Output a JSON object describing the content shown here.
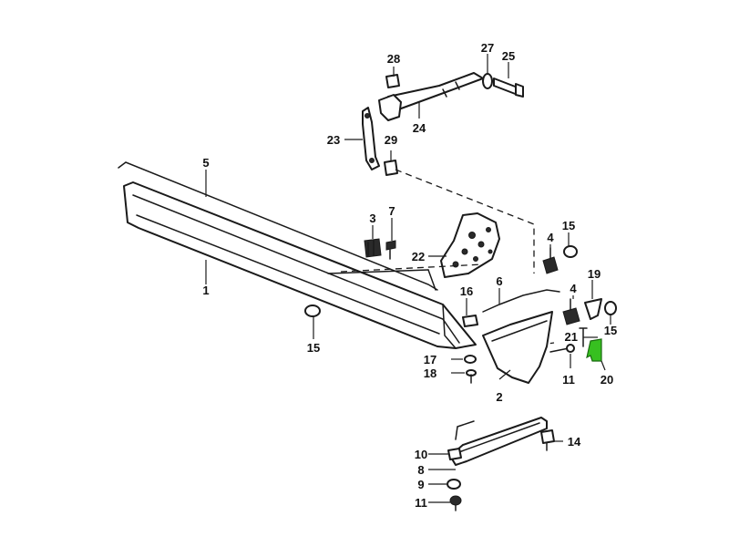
{
  "callouts": {
    "c1": "1",
    "c2": "2",
    "c3": "3",
    "c4a": "4",
    "c4b": "4",
    "c5": "5",
    "c6": "6",
    "c7": "7",
    "c8": "8",
    "c9": "9",
    "c10": "10",
    "c11a": "11",
    "c11b": "11",
    "c14": "14",
    "c15a": "15",
    "c15b": "15",
    "c15c": "15",
    "c16": "16",
    "c17": "17",
    "c18": "18",
    "c19": "19",
    "c20": "20",
    "c21": "21",
    "c22": "22",
    "c23": "23",
    "c24": "24",
    "c25": "25",
    "c27": "27",
    "c28": "28",
    "c29": "29"
  },
  "highlight": {
    "part": "20",
    "color": "#37c020"
  }
}
